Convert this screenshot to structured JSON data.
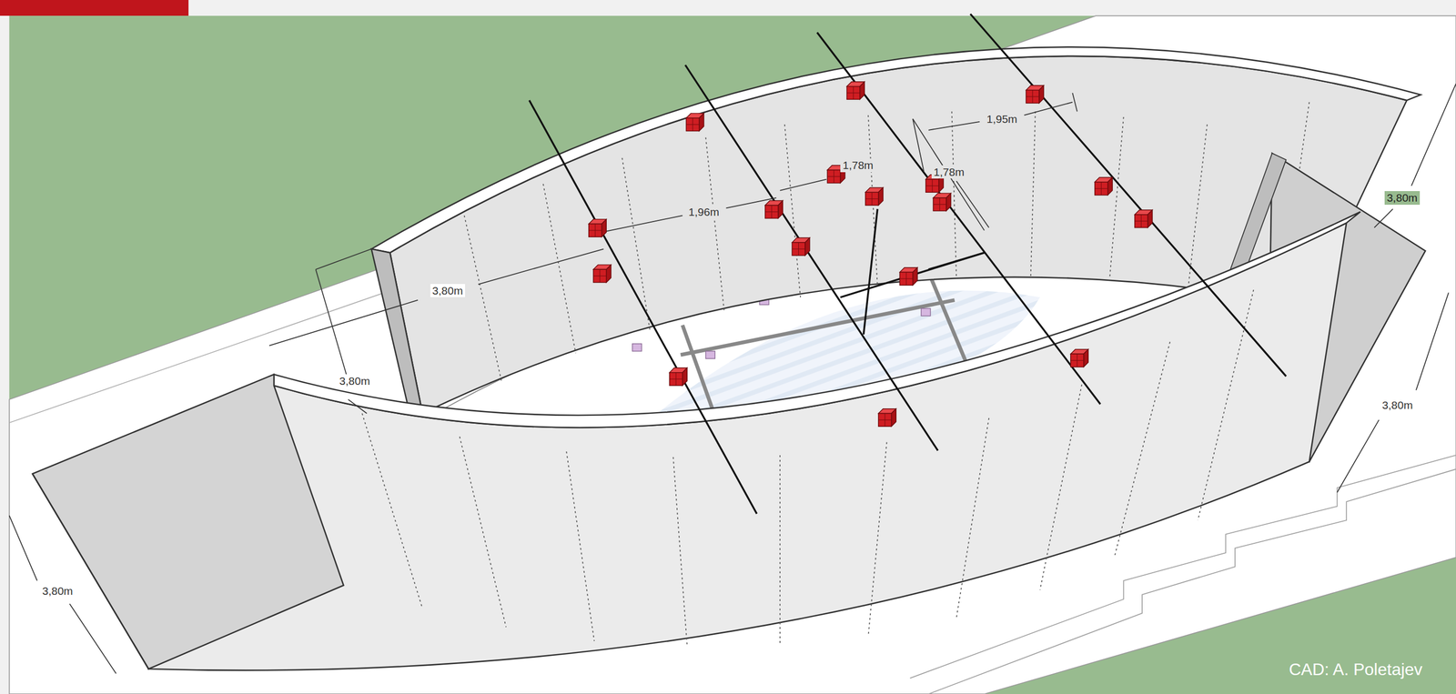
{
  "diagram": {
    "labels": [
      "3,80m",
      "3,80m",
      "3,80m",
      "3,80m",
      "3,80m",
      "1,95m",
      "1,96m",
      "1,78m",
      "1,78m",
      "CAD: A. Poletajev"
    ]
  }
}
